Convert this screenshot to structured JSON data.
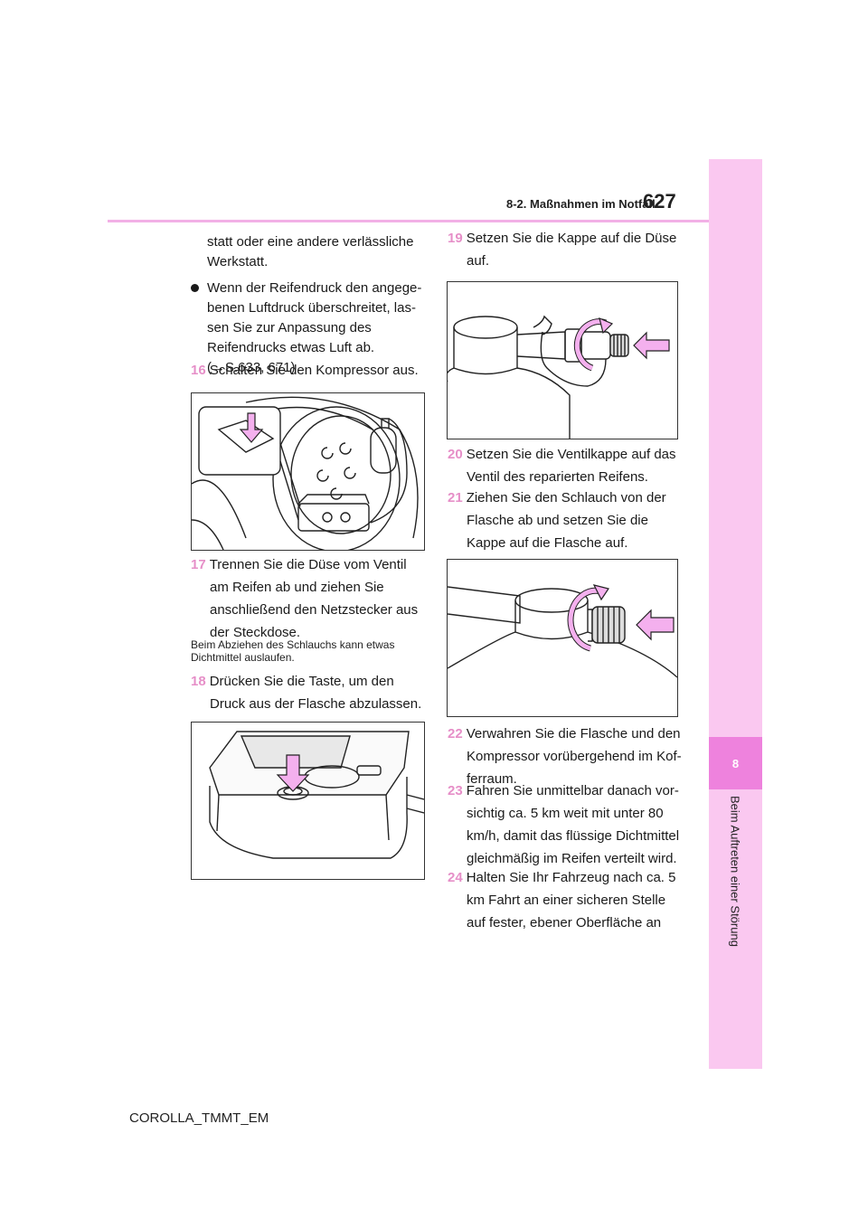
{
  "header": {
    "section": "8-2. Maßnahmen im Notfall",
    "page_number": "627"
  },
  "side_tab": {
    "chapter_number": "8",
    "chapter_label": "Beim Auftreten einer Störung"
  },
  "left_column": {
    "intro_line1": "statt oder eine andere verlässliche",
    "intro_line2": "Werkstatt.",
    "bullet_line1": "Wenn der Reifendruck den angege-",
    "bullet_line2": "benen Luftdruck überschreitet, las-",
    "bullet_line3": "sen Sie zur Anpassung des",
    "bullet_line4": "Reifendrucks etwas Luft ab.",
    "bullet_line5": "(→S.633, 671)",
    "step16_num": "16",
    "step16_text": "Schalten Sie den Kompressor aus.",
    "step17_num": "17",
    "step17_line1": "Trennen Sie die Düse vom Ventil",
    "step17_line2": "am Reifen ab und ziehen Sie",
    "step17_line3": "anschließend den Netzstecker aus",
    "step17_line4": "der Steckdose.",
    "note_line1": "Beim Abziehen des Schlauchs kann etwas",
    "note_line2": "Dichtmittel auslaufen.",
    "step18_num": "18",
    "step18_line1": "Drücken Sie die Taste, um den",
    "step18_line2": "Druck aus der Flasche abzulassen."
  },
  "right_column": {
    "step19_num": "19",
    "step19_line1": "Setzen Sie die Kappe auf die Düse",
    "step19_line2": "auf.",
    "step20_num": "20",
    "step20_line1": "Setzen Sie die Ventilkappe auf das",
    "step20_line2": "Ventil des reparierten Reifens.",
    "step21_num": "21",
    "step21_line1": "Ziehen Sie den Schlauch von der",
    "step21_line2": "Flasche ab und setzen Sie die",
    "step21_line3": "Kappe auf die Flasche auf.",
    "step22_num": "22",
    "step22_line1": "Verwahren Sie die Flasche und den",
    "step22_line2": "Kompressor vorübergehend im Kof-",
    "step22_line3": "ferraum.",
    "step23_num": "23",
    "step23_line1": "Fahren Sie unmittelbar danach vor-",
    "step23_line2": "sichtig ca. 5 km weit mit unter 80",
    "step23_line3": "km/h, damit das flüssige Dichtmittel",
    "step23_line4": "gleichmäßig im Reifen verteilt wird.",
    "step24_num": "24",
    "step24_line1": "Halten Sie Ihr Fahrzeug nach ca. 5",
    "step24_line2": "km Fahrt an einer sicheren Stelle",
    "step24_line3": "auf fester, ebener Oberfläche an"
  },
  "footer": {
    "code": "COROLLA_TMMT_EM"
  },
  "colors": {
    "side_tab": "#fac8f0",
    "side_tab_active": "#ee82dd",
    "rule": "#f2b0e6",
    "step_number": "#e68fc8",
    "arrow_fill": "#f4b0ee"
  }
}
